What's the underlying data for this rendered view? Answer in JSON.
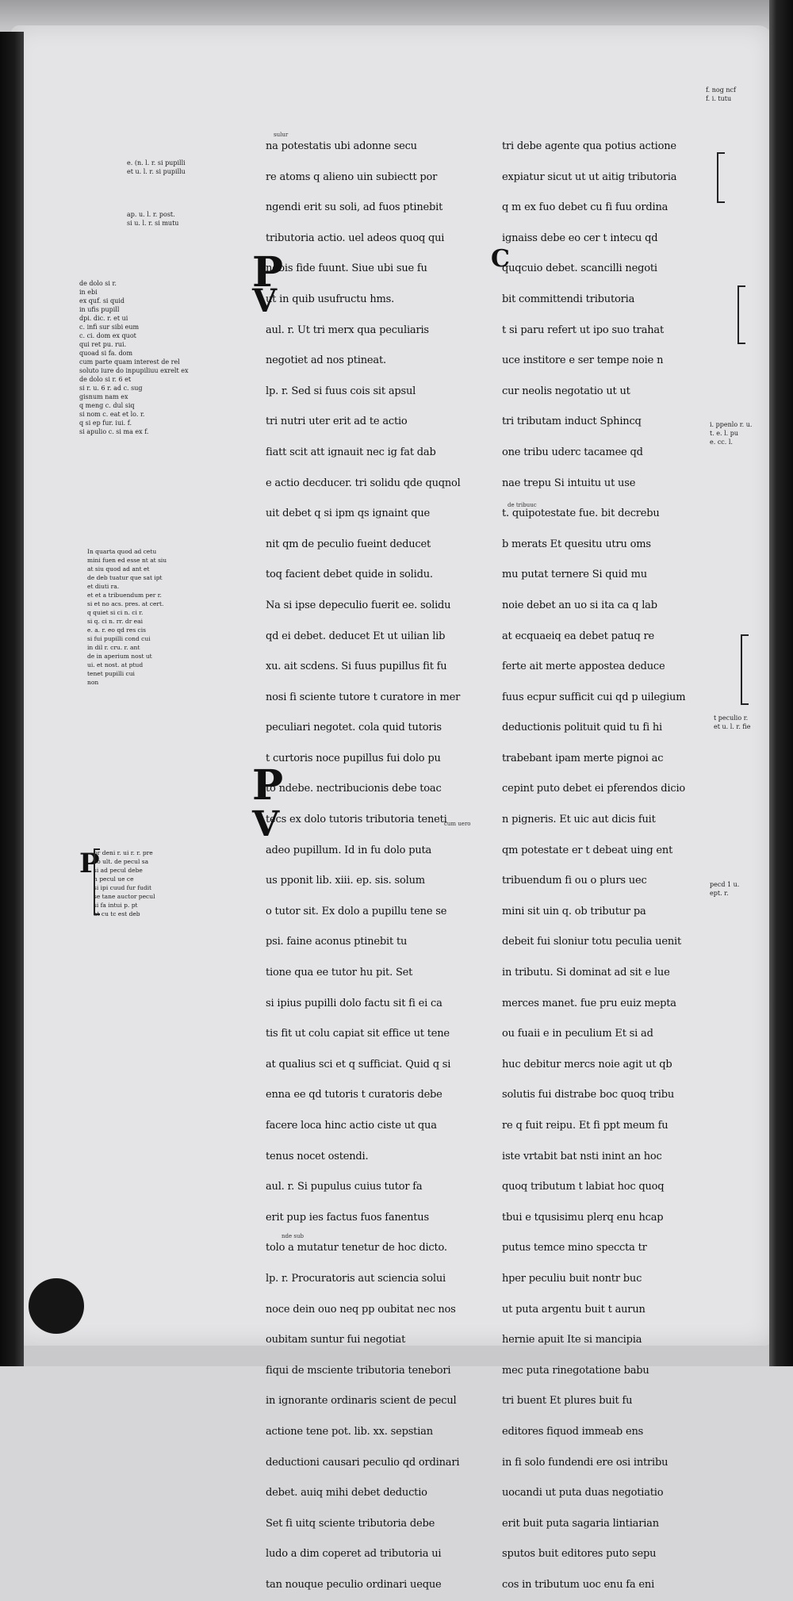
{
  "document": {
    "col1": {
      "lines": [
        "na potestatis ubi adonne secu",
        "re atoms q alieno uin subiectt por",
        "ngendi erit su soli, ad fuos ptinebit",
        "tributoria actio. uel adeos quoq qui",
        "nobis fide fuunt. Siue ubi sue fu",
        "ut in quib usufructu hms.",
        "aul. r. Ut tri merx qua peculiaris",
        "negotiet ad nos ptineat.",
        "lp. r. Sed si fuus cois sit apsul",
        "tri nutri uter erit ad te actio",
        "fiatt scit att ignauit nec ig fat dab",
        "e actio decducer. tri solidu qde quqnol",
        "uit debet q si ipm qs ignaint que",
        "nit qm de peculio fueint deducet",
        "toq facient debet quide in solidu.",
        "Na si ipse depeculio fuerit ee. solidu",
        "qd ei debet. deducet Et ut uilian lib",
        "xu. ait scdens. Si fuus pupillus fit fu",
        "nosi fi sciente tutore t curatore in mer",
        "peculiari negotet. cola quid tutoris",
        "t curtoris noce pupillus fui dolo pu",
        "to ndebe. nectribucionis debe toac",
        "tecs ex dolo tutoris tributoria teneti",
        "adeo pupillum. Id in fu dolo puta",
        "us pponit lib. xiii. ep. sis. solum",
        "o tutor sit. Ex dolo a pupillu tene se",
        "psi. faine aconus ptinebit tu",
        "tione qua ee tutor hu pit. Set",
        "si ipius pupilli dolo factu sit fi ei ca",
        "tis fit ut colu capiat sit effice ut tene",
        "at qualius sci et q sufficiat. Quid q si",
        "enna ee qd tutoris t curatoris debe",
        "facere loca hinc actio ciste ut qua",
        "tenus nocet ostendi.",
        "aul. r. Si pupulus cuius tutor fa",
        "erit pup ies factus fuos fanentus",
        "tolo a mutatur tenetur de hoc dicto.",
        "lp. r. Procuratoris aut sciencia solui",
        "noce dein ouo neq pp oubitat nec nos",
        "oubitam suntur fui negotiat",
        "fiqui de msciente tributoria tenebori",
        "in ignorante ordinaris scient de pecul",
        "actione tene pot. lib. xx. sepstian",
        "deductioni causari peculio qd ordinari",
        "debet. auiq mihi debet deductio",
        "Set fi uitq sciente tributoria debe",
        "ludo a dim coperet ad tributoria ui",
        "tan nouque peculio ordinari ueque"
      ]
    },
    "col2": {
      "lines": [
        "tri debe agente qua potius actione",
        "expiatur sicut ut ut aitig tributoria",
        "q m ex fuo debet cu fi fuu ordina",
        "ignaiss debe eo cer t intecu qd",
        "quqcuio debet. scancilli negoti",
        "bit committendi tributoria",
        "t si paru refert ut ipo suo trahat",
        "uce institore e ser tempe noie n",
        "cur neolis negotatio ut ut",
        "tri tributam induct Sphincq",
        "one tribu uderc tacamee qd",
        "nae trepu Si intuitu ut use",
        "t. quipotestate fue. bit decrebu",
        "b merats Et quesitu utru oms",
        "mu putat ternere Si quid mu",
        "noie debet an uo si ita ca q lab",
        "at ecquaeiq ea debet patuq re",
        "ferte ait merte appostea deduce",
        "fuus ecpur sufficit cui qd p uilegium",
        "deductionis polituit quid tu fi hi",
        "trabebant ipam merte pignoi ac",
        "cepint puto debet ei pferendos dicio",
        "n pigneris. Et uic aut dicis fuit",
        "qm potestate er t debeat uing ent",
        "tribuendum fi ou o plurs uec",
        "mini sit uin q. ob tributur pa",
        "debeit fui sloniur totu peculia uenit",
        "in tributu. Si dominat ad sit e lue",
        "merces manet. fue pru euiz mepta",
        "ou fuaii e in peculium Et si ad",
        "huc debitur mercs noie agit ut qb",
        "solutis fui distrabe boc quoq tribu",
        "re q fuit reipu. Et fi ppt meum fu",
        "iste vrtabit bat nsti inint an hoc",
        "quoq tributum t labiat hoc quoq",
        "tbui e tqusisimu plerq enu hcap",
        "putus temce mino speccta tr",
        "hper peculiu buit nontr buc",
        "ut puta argentu buit t aurun",
        "hernie apuit Ite si mancipia",
        "mec puta rinegotatione babu",
        "tri buent Et plures buit fu",
        "editores fiquod immeab ens",
        "in fi solo fundendi ere osi intribu",
        "uocandi ut puta duas negotiatio",
        "erit buit puta sagaria lintiarian",
        "sputos buit editores puto sepu",
        "cos in tributum uoc enu fa eni"
      ]
    },
    "marginal_glosses": {
      "left_upper": [
        "e. (n. l. r. si pupilli",
        "et u. l. r. si pupillu"
      ],
      "left_mid": [
        "ap. u. l. r. post.",
        "si u. l. r. si mutu"
      ],
      "left_block": [
        "de dolo si r.",
        "in ebi",
        "ex quf. si quid",
        "in ufis pupill",
        "dpi. dic. r. et ui",
        "c. infi sur sibi eum",
        "c. ci. dom ex quot",
        "qui ret pu. rui.",
        "quoad si fa. dom",
        "cum parte quam interest de rel",
        "soluto iure do inpupiliuu exrelt ex",
        "de dolo si r. 6 et",
        "si r. u. 6 r. ad c. sug",
        "gisnum nam ex",
        "q meng c. dul siq",
        "si nom c. eat et lo. r.",
        "q si ep fur. iui. f.",
        "si apulio c. si ma ex f."
      ],
      "left_lower": [
        "In quarta quod ad cetu",
        "mini fuen ed esse nt at siu",
        "at siu quod ad ant et",
        "de deb tuatur que sat ipt",
        "et diuti ra.",
        "et et a tribuendum per r.",
        "si et no acs. pres. at cert.",
        "q quiet si ci n. ci r.",
        "si q. ci n. rr. dr eai",
        "e. a. r. eo qd res cis",
        "si fui pupilli cond cui",
        "in dil r. cru. r. ant",
        "de in aperium nost ut",
        "ui. et nost. at ptud",
        "tenet pupilli cui",
        "non"
      ],
      "left_bottom": [
        "pr deni r. ui r. r. pre",
        "co ult. de pecul sa",
        "si ad pecul debe",
        "n pecul ue ce",
        "si ipi cuud fur fudit",
        "se tane auctor pecul",
        "si fa intui p. pt",
        "at cu tc est deb"
      ],
      "right_top": [
        "f. nog ncf",
        "f. i. tutu"
      ],
      "right_mid": [
        "i. ppenlo r. u.",
        "t. e. l. pu",
        "e. cc. l."
      ],
      "right_lower": [
        "t peculio r.",
        "et u. l. r. fie"
      ],
      "right_bottom": [
        "pecd 1 u.",
        "ept. r."
      ]
    },
    "interlinear_notes": [
      "sulur",
      "de tribuuc",
      "cum uero",
      "nde sub"
    ]
  }
}
